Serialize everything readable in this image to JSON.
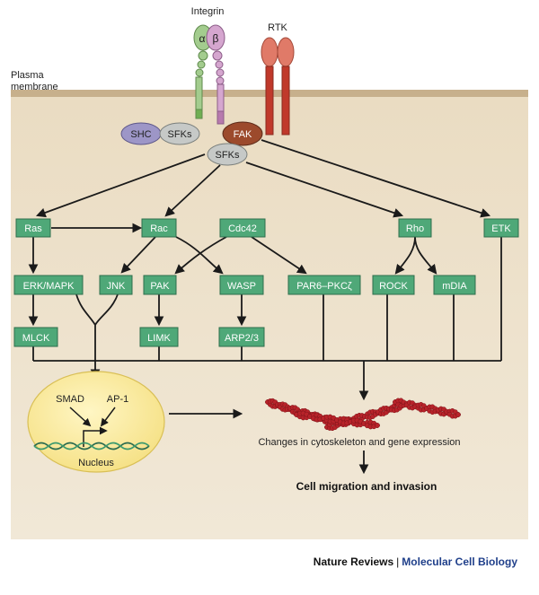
{
  "labels": {
    "integrin": "Integrin",
    "alpha": "α",
    "beta": "β",
    "rtk": "RTK",
    "plasma_line1": "Plasma",
    "plasma_line2": "membrane",
    "shc": "SHC",
    "sfks_left": "SFKs",
    "fak": "FAK",
    "sfks_center": "SFKs",
    "smad": "SMAD",
    "ap1": "AP-1",
    "nucleus": "Nucleus",
    "changes": "Changes in cytoskeleton and gene expression",
    "outcome": "Cell migration and invasion"
  },
  "nodes": {
    "ras": "Ras",
    "rac": "Rac",
    "cdc42": "Cdc42",
    "rho": "Rho",
    "etk": "ETK",
    "erk_mapk": "ERK/MAPK",
    "jnk": "JNK",
    "pak": "PAK",
    "wasp": "WASP",
    "par6_pkc": "PAR6–PKCζ",
    "rock": "ROCK",
    "mdia": "mDIA",
    "mlck": "MLCK",
    "limk": "LIMK",
    "arp23": "ARP2/3"
  },
  "footer": {
    "journal": "Nature Reviews",
    "separator": "|",
    "section": "Molecular Cell Biology"
  },
  "colors": {
    "cytoplasm": "#efe4cf",
    "membrane": "#c7b08c",
    "node_fill": "#4fa878",
    "node_stroke": "#2e6e4c",
    "nucleus_fill": "#fbeda0",
    "fak": "#9c4a2c",
    "actin": "#b8232a",
    "integrin_alpha": "#a3cc8e",
    "integrin_beta": "#d5a6cf",
    "rtk": "#e07a68"
  }
}
